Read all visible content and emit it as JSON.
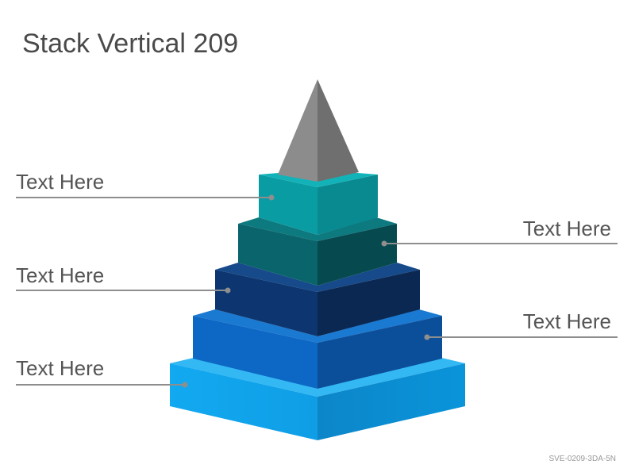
{
  "title": "Stack Vertical 209",
  "code": "SVE-0209-3DA-5N",
  "colors": {
    "apex": "#8a8a8a",
    "tier1": "#0aa3a8",
    "tier2": "#0a6e75",
    "tier3": "#0d3a78",
    "tier4": "#0b62bf",
    "tier5": "#11a6ee",
    "callout_line": "#8e8e8e",
    "text": "#555555"
  },
  "tiers": [
    {
      "label": "Text Here",
      "side": "left"
    },
    {
      "label": "Text Here",
      "side": "right"
    },
    {
      "label": "Text Here",
      "side": "left"
    },
    {
      "label": "Text Here",
      "side": "right"
    },
    {
      "label": "Text Here",
      "side": "left"
    }
  ]
}
